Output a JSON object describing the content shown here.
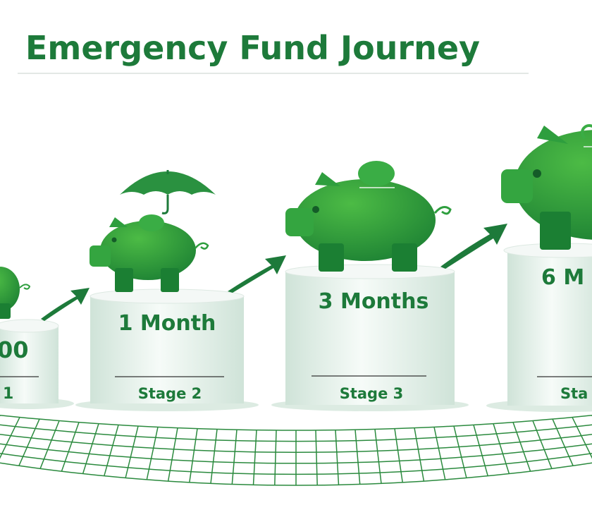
{
  "title": "Emergency Fund Journey",
  "colors": {
    "primary": "#1d7a3a",
    "pig": "#2e9e3e",
    "pedestal": "#eef5f1"
  },
  "stages": [
    {
      "amount": "00",
      "stage": "1"
    },
    {
      "amount": "1 Month",
      "stage": "Stage 2"
    },
    {
      "amount": "3 Months",
      "stage": "Stage 3"
    },
    {
      "amount": "6 M",
      "stage": "Sta"
    }
  ],
  "icons": [
    "piggy-bank-icon",
    "umbrella-icon",
    "growth-arrow-icon",
    "safety-net-icon"
  ]
}
